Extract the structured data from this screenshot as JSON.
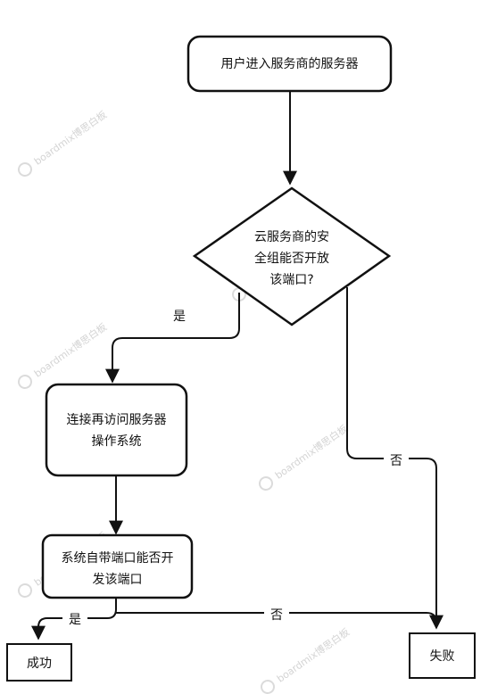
{
  "nodes": {
    "enter_server": "用户进入服务商的服务器",
    "security_group_question": [
      "云服务商的安",
      "全组能否开放",
      "该端口?"
    ],
    "connect_os": [
      "连接再访问服务器",
      "操作系统"
    ],
    "system_port_question": [
      "系统自带端口能否开",
      "发该端口"
    ],
    "success": "成功",
    "fail": "失败"
  },
  "edge_labels": {
    "yes_1": "是",
    "no_1": "否",
    "yes_2": "是",
    "no_2": "否"
  },
  "watermark": "boardmix博思白板"
}
